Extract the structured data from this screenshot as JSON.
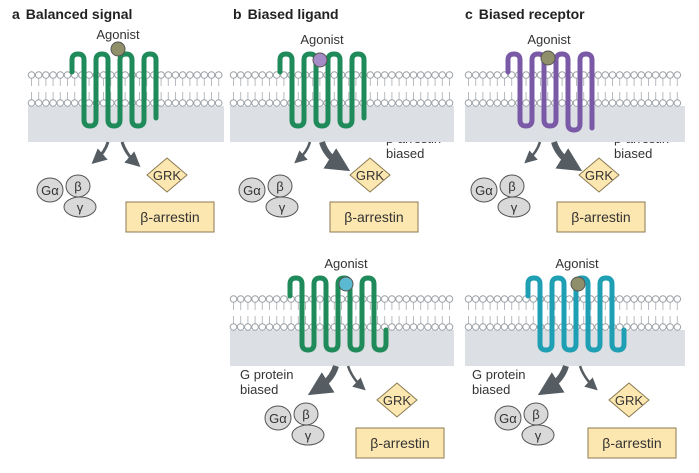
{
  "panels": [
    {
      "letter": "a",
      "title": "Balanced signal"
    },
    {
      "letter": "b",
      "title": "Biased ligand"
    },
    {
      "letter": "c",
      "title": "Biased receptor"
    }
  ],
  "labels": {
    "agonist": "Agonist",
    "grk": "GRK",
    "arrestin": "β-arrestin",
    "galpha": "Gα",
    "gbeta": "β",
    "ggamma": "γ",
    "arrestin_biased_1": "β-arrestin",
    "arrestin_biased_2": "biased",
    "gprotein_biased_1": "G protein",
    "gprotein_biased_2": "biased"
  },
  "colors": {
    "receptor_wt": "#1f8a5a",
    "receptor_biased_arrestin": "#7a5aa6",
    "receptor_biased_gprotein": "#1e9fb3",
    "agonist_balanced": "#8f8f6a",
    "agonist_arrestin": "#a58cc7",
    "agonist_gprotein": "#5bbad1",
    "membrane_head": "#ffffff",
    "membrane_stroke": "#9aa0a6",
    "cytoplasm": "#dcdfe3",
    "arrow": "#555d63",
    "grk_fill": "#fde7b0",
    "arrestin_fill": "#fde7b0",
    "gprotein_fill": "#d9d9d9"
  }
}
